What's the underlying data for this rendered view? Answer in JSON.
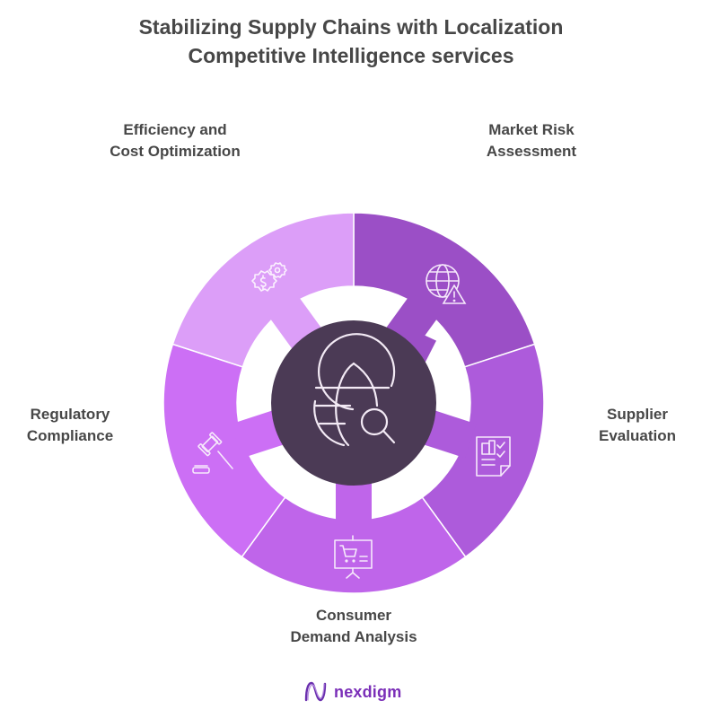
{
  "title": {
    "line1": "Stabilizing Supply Chains with Localization",
    "line2": "Competitive Intelligence services"
  },
  "segments": [
    {
      "id": "market-risk",
      "line1": "Market Risk",
      "line2": "Assessment",
      "color": "#9b4fc6",
      "icon": "globe-warning-icon"
    },
    {
      "id": "supplier",
      "line1": "Supplier",
      "line2": "Evaluation",
      "color": "#ad5bdb",
      "icon": "checklist-document-icon"
    },
    {
      "id": "consumer",
      "line1": "Consumer",
      "line2": "Demand Analysis",
      "color": "#bf65ea",
      "icon": "shopping-cart-presentation-icon"
    },
    {
      "id": "regulatory",
      "line1": "Regulatory",
      "line2": "Compliance",
      "color": "#cc6ff5",
      "icon": "gavel-icon"
    },
    {
      "id": "efficiency",
      "line1": "Efficiency and",
      "line2": "Cost Optimization",
      "color": "#dc9ef8",
      "icon": "dollar-gears-icon"
    }
  ],
  "center": {
    "icon": "globe-search-icon",
    "color": "#4b3a55"
  },
  "logo": {
    "text": "nexdigm",
    "color": "#7b2fb8"
  }
}
